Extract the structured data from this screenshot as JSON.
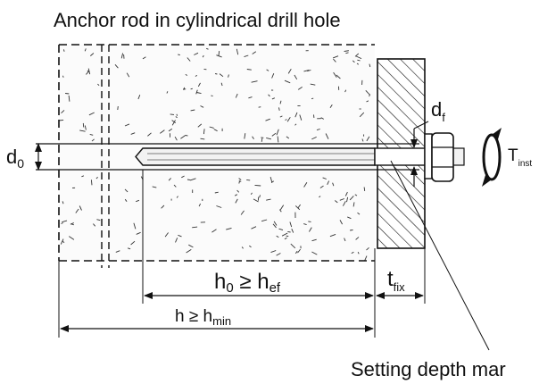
{
  "title": "Anchor rod in cylindrical drill hole",
  "labels": {
    "d0_main": "d",
    "d0_sub": "0",
    "df_main": "d",
    "df_sub": "f",
    "tinst_main": "T",
    "tinst_sub": "inst",
    "h0_main": "h",
    "h0_sub": "0",
    "h0_rel": " ≥ h",
    "h0_rel_sub": "ef",
    "tfix_main": "t",
    "tfix_sub": "fix",
    "h_main": "h ≥ h",
    "h_sub": "min",
    "setting_mark": "Setting depth mar"
  },
  "colors": {
    "line": "#111111",
    "concrete_fill": "#fbfbfb",
    "plate_fill": "#ffffff",
    "rod_fill": "#f2f2f2"
  }
}
